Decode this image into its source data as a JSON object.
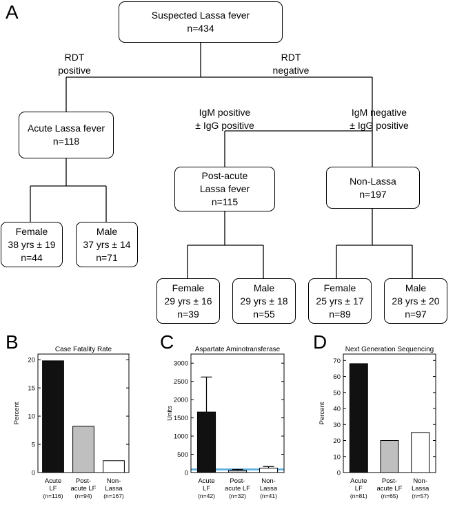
{
  "panels": {
    "a": "A",
    "b": "B",
    "c": "C",
    "d": "D"
  },
  "flowchart": {
    "root": {
      "title": "Suspected Lassa fever",
      "n": "n=434"
    },
    "rdt_pos": {
      "line1": "RDT",
      "line2": "positive"
    },
    "rdt_neg": {
      "line1": "RDT",
      "line2": "negative"
    },
    "igm_pos": {
      "line1": "IgM positive",
      "line2": "± IgG positive"
    },
    "igm_neg": {
      "line1": "IgM negative",
      "line2": "± IgG positive"
    },
    "acute": {
      "title": "Acute Lassa fever",
      "n": "n=118"
    },
    "postacute": {
      "line1": "Post-acute",
      "line2": "Lassa fever",
      "n": "n=115"
    },
    "nonlassa": {
      "title": "Non-Lassa",
      "n": "n=197"
    },
    "acute_female": {
      "title": "Female",
      "age": "38 yrs ± 19",
      "n": "n=44"
    },
    "acute_male": {
      "title": "Male",
      "age": "37 yrs ± 14",
      "n": "n=71"
    },
    "post_female": {
      "title": "Female",
      "age": "29 yrs ± 16",
      "n": "n=39"
    },
    "post_male": {
      "title": "Male",
      "age": "29 yrs ± 18",
      "n": "n=55"
    },
    "non_female": {
      "title": "Female",
      "age": "25 yrs ± 17",
      "n": "n=89"
    },
    "non_male": {
      "title": "Male",
      "age": "28 yrs ± 20",
      "n": "n=97"
    }
  },
  "colors": {
    "bar_acute": "#111111",
    "bar_post": "#bfbfbf",
    "bar_non": "#ffffff",
    "reference_band": "#5aaee0"
  },
  "chart_data": [
    {
      "type": "bar",
      "title": "Case Fatality Rate",
      "ylabel": "Percent",
      "ylim": [
        0,
        21
      ],
      "yticks": [
        0,
        5,
        10,
        15,
        20
      ],
      "categories": [
        {
          "line1": "Acute",
          "line2": "LF",
          "line3": "(n=116)"
        },
        {
          "line1": "Post-",
          "line2": "acute LF",
          "line3": "(n=94)"
        },
        {
          "line1": "Non-",
          "line2": "Lassa",
          "line3": "(n=167)"
        }
      ],
      "values": [
        19.8,
        8.2,
        2.1
      ]
    },
    {
      "type": "bar",
      "title": "Aspartate Aminotransferase",
      "ylabel": "Units",
      "ylim": [
        0,
        3250
      ],
      "yticks": [
        0,
        500,
        1000,
        1500,
        2000,
        2500,
        3000
      ],
      "categories": [
        {
          "line1": "Acute",
          "line2": "LF",
          "line3": "(n=42)"
        },
        {
          "line1": "Post-",
          "line2": "acute LF",
          "line3": "(n=32)"
        },
        {
          "line1": "Non-",
          "line2": "Lassa",
          "line3": "(n=41)"
        }
      ],
      "values": [
        1660,
        55,
        120
      ],
      "errors": [
        960,
        30,
        45
      ],
      "reference_range": [
        60,
        110
      ]
    },
    {
      "type": "bar",
      "title": "Next Generation Sequencing",
      "ylabel": "Percent",
      "ylim": [
        0,
        74
      ],
      "yticks": [
        0,
        10,
        20,
        30,
        40,
        50,
        60,
        70
      ],
      "categories": [
        {
          "line1": "Acute",
          "line2": "LF",
          "line3": "(n=81)"
        },
        {
          "line1": "Post-",
          "line2": "acute LF",
          "line3": "(n=65)"
        },
        {
          "line1": "Non-",
          "line2": "Lassa",
          "line3": "(n=57)"
        }
      ],
      "values": [
        68,
        20,
        25
      ]
    }
  ]
}
